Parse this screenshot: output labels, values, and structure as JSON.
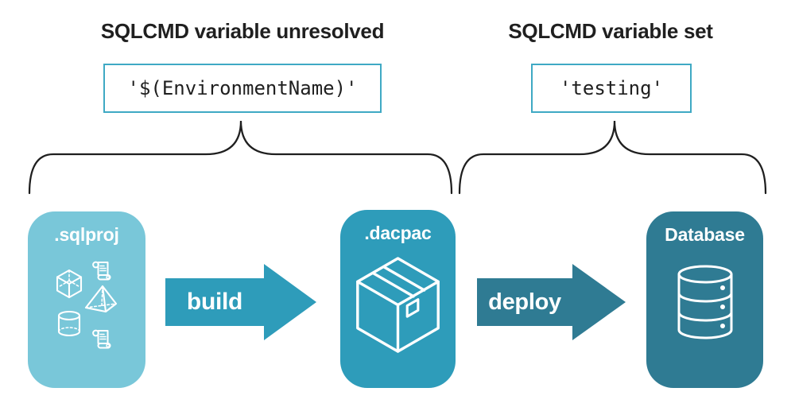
{
  "titles": {
    "left": "SQLCMD variable unresolved",
    "right": "SQLCMD variable set"
  },
  "code_boxes": {
    "left_value": "'$(EnvironmentName)'",
    "right_value": "'testing'"
  },
  "pipeline": {
    "stages": [
      {
        "label": ".sqlproj",
        "icons": [
          "cube-icon",
          "scroll-icon",
          "pyramid-icon",
          "cylinder-icon",
          "scroll-icon"
        ]
      },
      {
        "label": ".dacpac",
        "icons": [
          "package-box-icon"
        ]
      },
      {
        "label": "Database",
        "icons": [
          "database-cylinder-icon"
        ]
      }
    ],
    "arrows": [
      {
        "label": "build"
      },
      {
        "label": "deploy"
      }
    ]
  },
  "colors": {
    "bg": "#ffffff",
    "ink": "#1f1f1f",
    "light-teal": "#79C7D9",
    "medium-teal": "#2E9CBA",
    "dark-teal": "#2F7B93",
    "box-border": "#3FA9C4"
  }
}
